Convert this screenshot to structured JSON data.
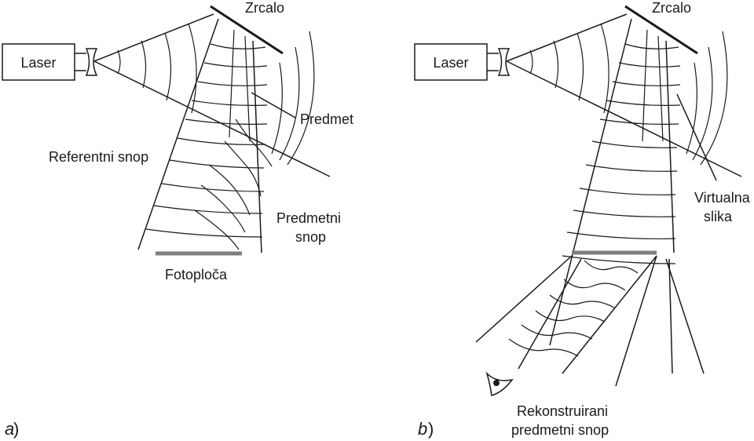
{
  "panel_a": {
    "id": "a",
    "paren": ")",
    "laser": "Laser",
    "mirror": "Zrcalo",
    "object": "Predmet",
    "reference_beam": "Referentni snop",
    "object_beam_line1": "Predmetni",
    "object_beam_line2": "snop",
    "plate": "Fotoploča"
  },
  "panel_b": {
    "id": "b",
    "paren": ")",
    "laser": "Laser",
    "mirror": "Zrcalo",
    "virtual_image_line1": "Virtualna",
    "virtual_image_line2": "slika",
    "reconstructed_line1": "Rekonstruirani",
    "reconstructed_line2": "predmetni snop"
  }
}
